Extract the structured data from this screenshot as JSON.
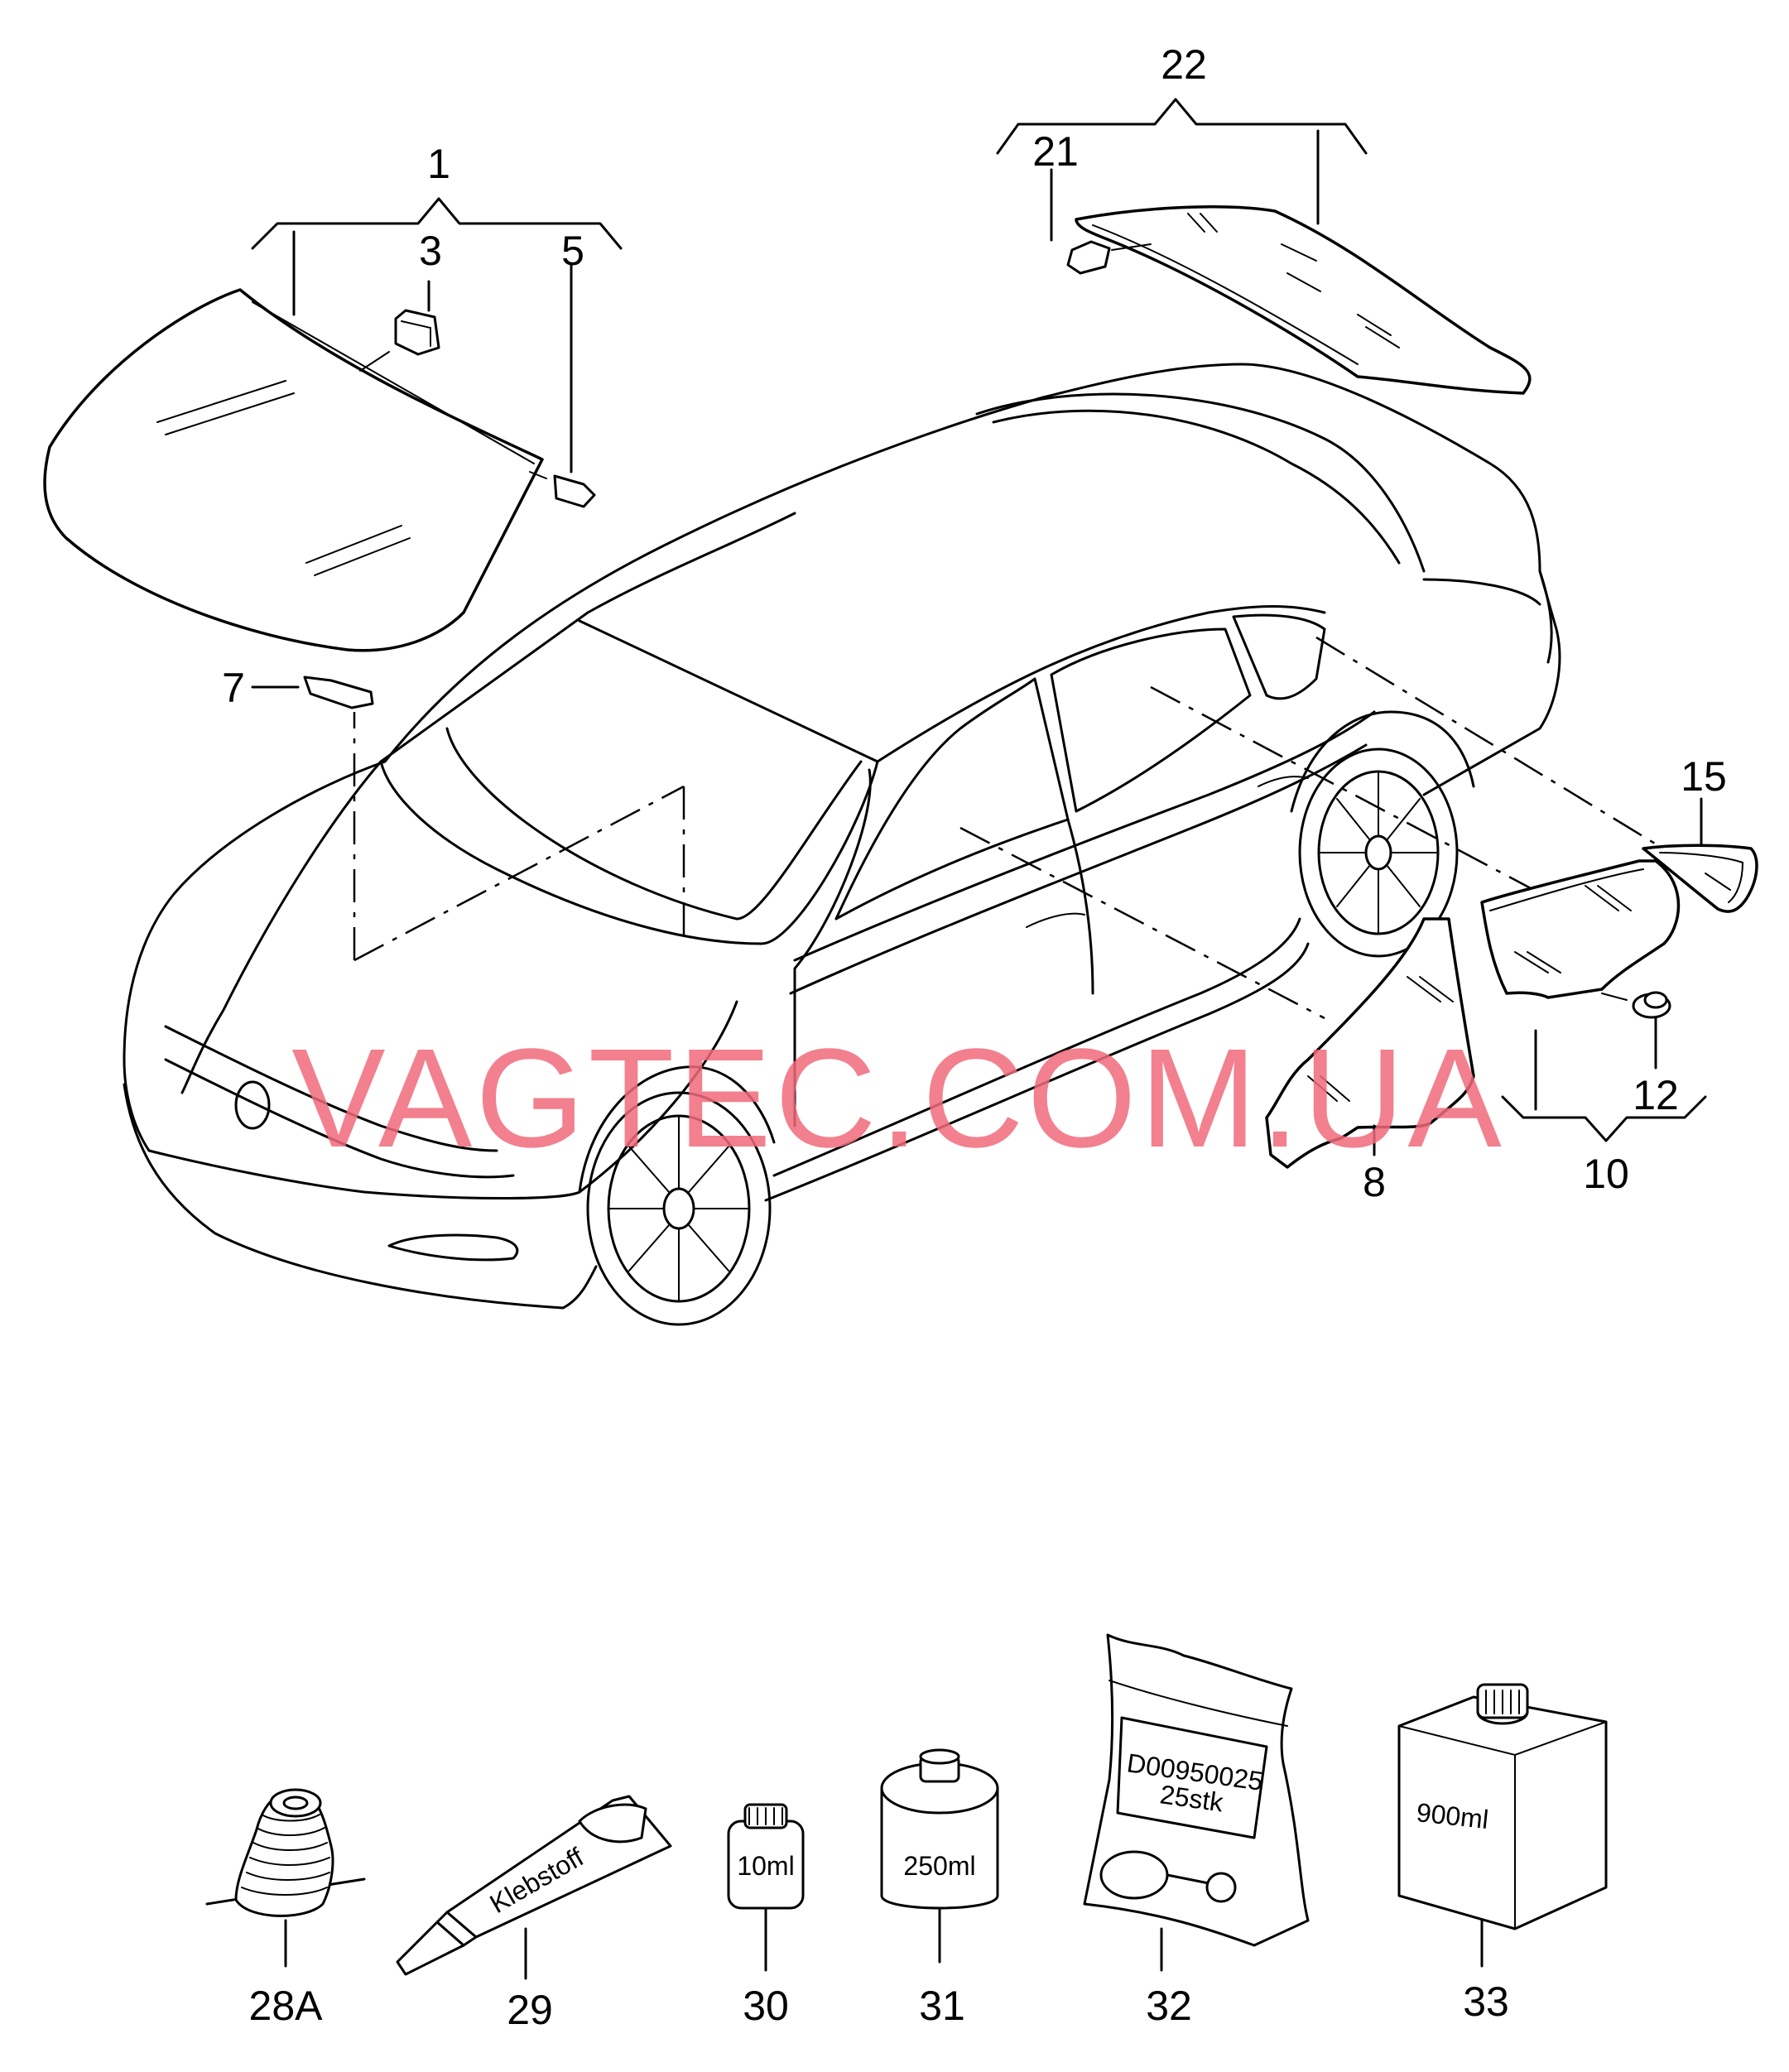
{
  "watermark": "VAGTEC.COM.UA",
  "callouts": {
    "c1": "1",
    "c3": "3",
    "c5": "5",
    "c7": "7",
    "c8": "8",
    "c10": "10",
    "c12": "12",
    "c15": "15",
    "c21": "21",
    "c22": "22",
    "c28a": "28A",
    "c29": "29",
    "c30": "30",
    "c31": "31",
    "c32": "32",
    "c33": "33"
  },
  "part_labels": {
    "tube": "Klebstoff",
    "bottle_small": "10ml",
    "can": "250ml",
    "bag_code": "D00950025",
    "bag_qty": "25stk",
    "canister": "900ml"
  },
  "colors": {
    "watermark": "#f06a7a",
    "line": "#000000",
    "background": "#ffffff"
  }
}
